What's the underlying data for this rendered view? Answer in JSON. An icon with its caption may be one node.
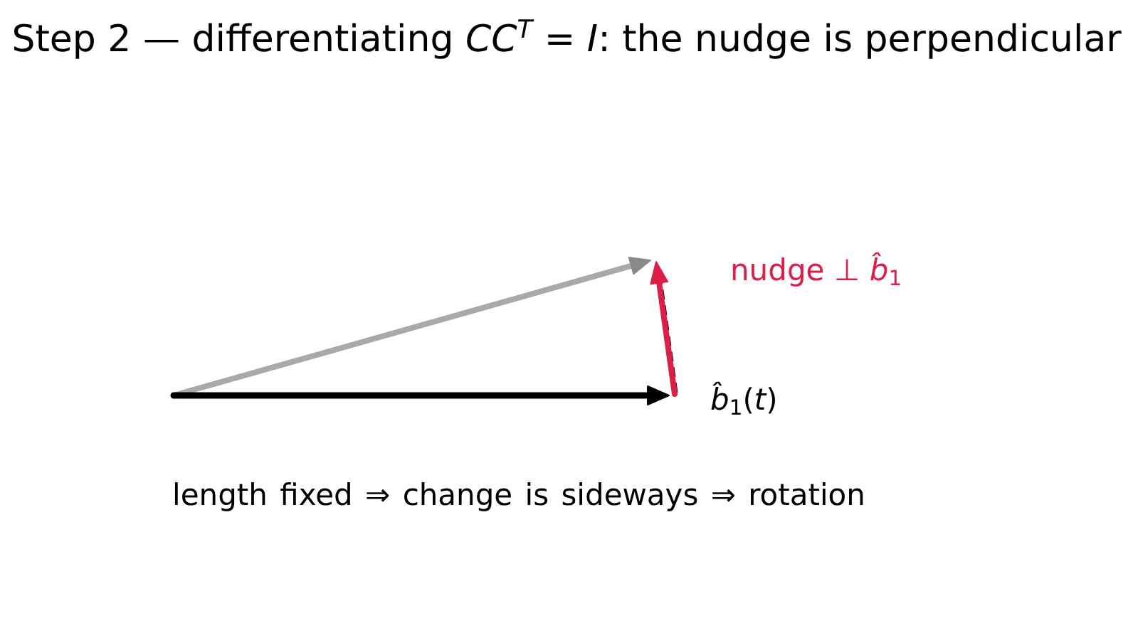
{
  "diagram": {
    "title": "Step 2 — differentiating *CC*$^{T}$ = *I*: the nudge is perpendicular",
    "labels": [
      "nudge ⊥ *b̂*$_{1}$",
      "*b̂*$_{1}$(*t*)",
      "length fixed ⇒ change is sideways ⇒ rotation"
    ]
  }
}
